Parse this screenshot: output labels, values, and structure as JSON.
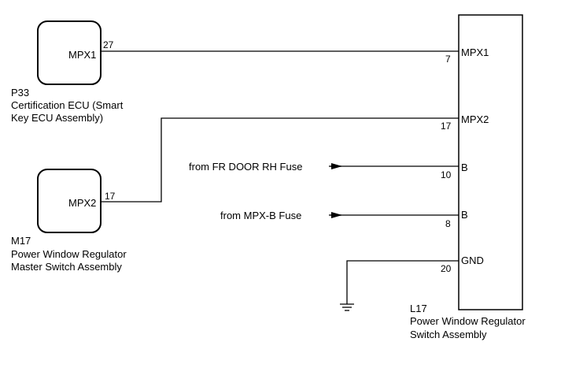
{
  "components": {
    "p33": {
      "id": "P33",
      "name_line1": "Certification ECU (Smart",
      "name_line2": "Key ECU Assembly)",
      "terminal": "MPX1",
      "pin": "27"
    },
    "m17": {
      "id": "M17",
      "name_line1": "Power Window Regulator",
      "name_line2": "Master Switch Assembly",
      "terminal": "MPX2",
      "pin": "17"
    },
    "l17": {
      "id": "L17",
      "name_line1": "Power Window Regulator",
      "name_line2": "Switch Assembly",
      "terminals": [
        {
          "name": "MPX1",
          "pin": "7"
        },
        {
          "name": "MPX2",
          "pin": "17"
        },
        {
          "name": "B",
          "pin": "10"
        },
        {
          "name": "B",
          "pin": "8"
        },
        {
          "name": "GND",
          "pin": "20"
        }
      ]
    }
  },
  "sources": {
    "fr_door": "from FR DOOR RH Fuse",
    "mpx_b": "from MPX-B Fuse"
  },
  "colors": {
    "wire": "#000000",
    "background": "#ffffff"
  },
  "icons": {
    "ground": "ground-symbol-icon",
    "arrow": "arrow-right-icon"
  }
}
